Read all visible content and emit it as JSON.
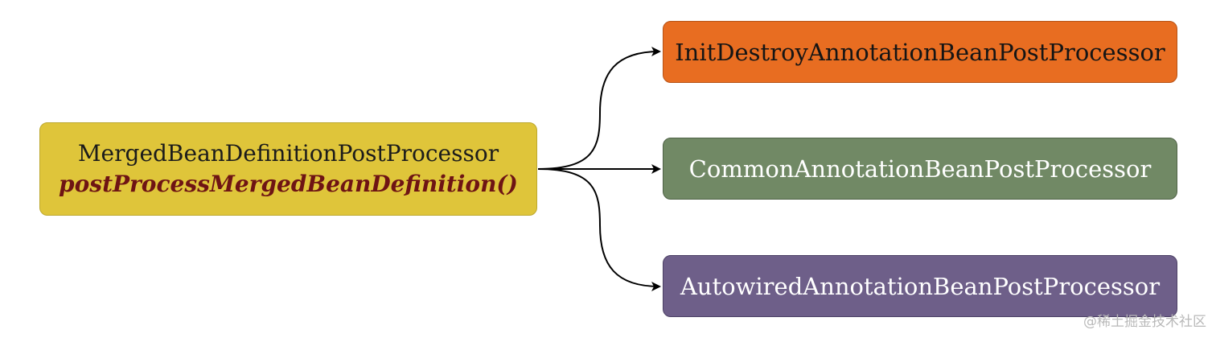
{
  "diagram": {
    "source": {
      "title": "MergedBeanDefinitionPostProcessor",
      "method": "postProcessMergedBeanDefinition()"
    },
    "targets": [
      {
        "label": "InitDestroyAnnotationBeanPostProcessor",
        "color": "#e86d21"
      },
      {
        "label": "CommonAnnotationBeanPostProcessor",
        "color": "#718965"
      },
      {
        "label": "AutowiredAnnotationBeanPostProcessor",
        "color": "#6e5f89"
      }
    ],
    "source_color": "#dfc53a",
    "method_color": "#6e1414"
  },
  "watermark": "@稀土掘金技术社区"
}
